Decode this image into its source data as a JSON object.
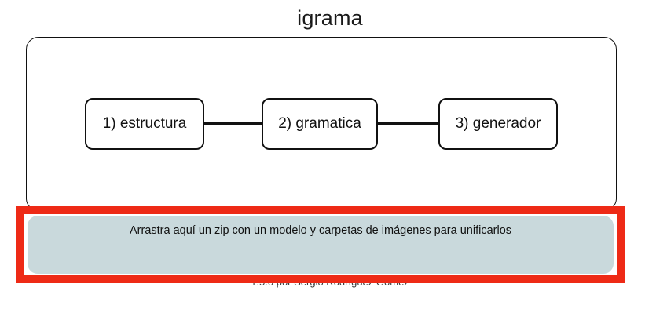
{
  "window": {
    "title": "igrama",
    "background": "#ffffff"
  },
  "colors": {
    "highlight_red": "#ee2a16",
    "dropzone_fill": "#c9d9dc",
    "outline": "#111111",
    "text": "#111111"
  },
  "pipeline": {
    "panel_name": "pipeline-panel",
    "nodes": [
      {
        "label": "1) estructura"
      },
      {
        "label": "2) gramatica"
      },
      {
        "label": "3) generador"
      }
    ],
    "connectors": [
      {
        "from": "1) estructura",
        "to": "2) gramatica"
      },
      {
        "from": "2) gramatica",
        "to": "3) generador"
      }
    ]
  },
  "dropzone": {
    "label": "Arrastra aquí un zip con un modelo y carpetas de imágenes para unificarlos",
    "highlighted": true
  },
  "footer": {
    "text": "1.5.0 por Sergio Rodríguez Gómez"
  }
}
